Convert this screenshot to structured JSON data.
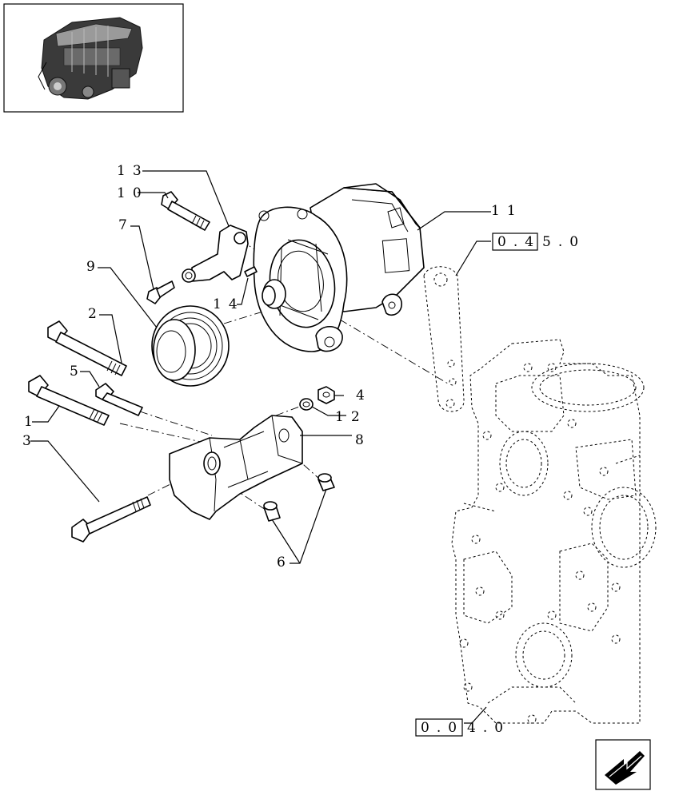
{
  "thumbnail": {
    "icon": "engine-thumbnail-icon"
  },
  "callouts": {
    "c1": "1",
    "c2": "2",
    "c3": "3",
    "c4": "4",
    "c5": "5",
    "c6": "6",
    "c7": "7",
    "c8": "8",
    "c9": "9",
    "c10": "10",
    "c11": "11",
    "c12": "12",
    "c13": "13",
    "c14": "14"
  },
  "references": {
    "ref_top_boxed": "0.4",
    "ref_top_rest": "5.0",
    "ref_bottom_boxed": "0.0",
    "ref_bottom_rest": "4.0"
  },
  "nav": {
    "icon": "next-page-arrow-icon"
  }
}
